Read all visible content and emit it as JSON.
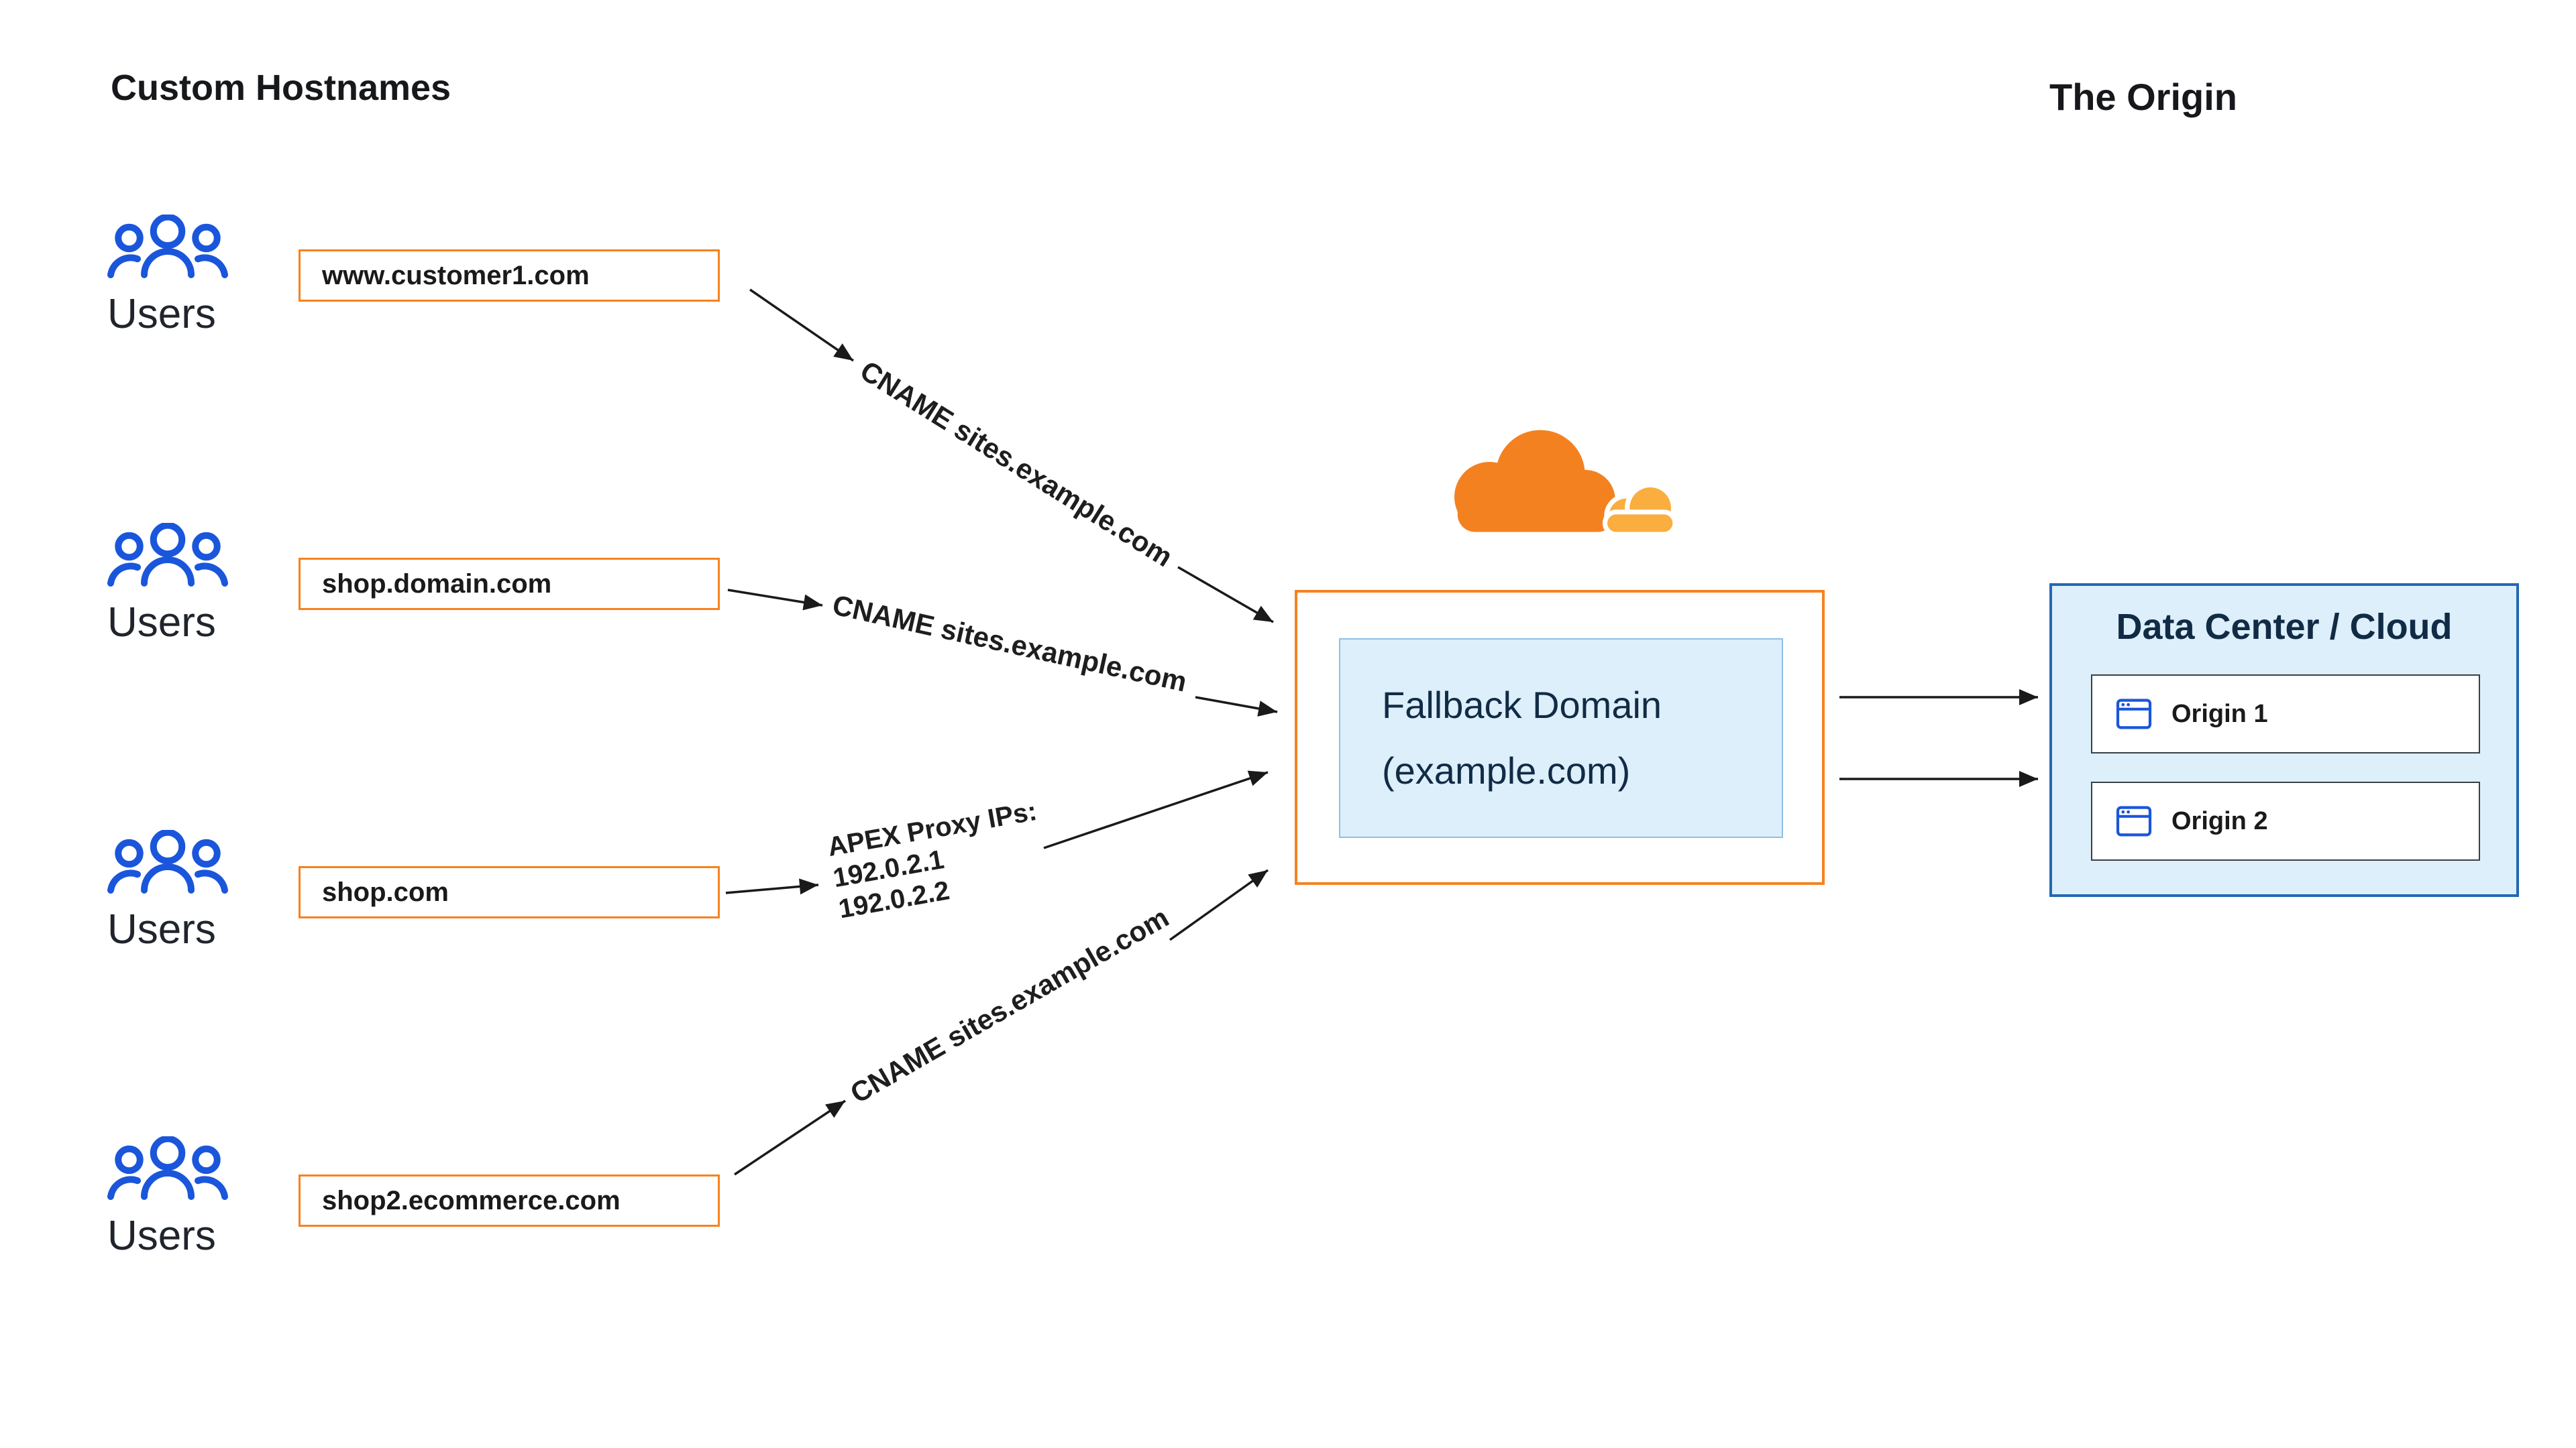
{
  "titles": {
    "custom_hostnames": "Custom Hostnames",
    "the_origin": "The Origin"
  },
  "users_label": "Users",
  "hostnames": [
    "www.customer1.com",
    "shop.domain.com",
    "shop.com",
    "shop2.ecommerce.com"
  ],
  "arrow_labels": {
    "cname_top": "CNAME sites.example.com",
    "cname_middle": "CNAME sites.example.com",
    "apex_title": "APEX Proxy IPs:",
    "apex_ip1": "192.0.2.1",
    "apex_ip2": "192.0.2.2",
    "cname_bottom": "CNAME sites.example.com"
  },
  "fallback": {
    "line1": "Fallback Domain",
    "line2": "(example.com)"
  },
  "origin": {
    "title": "Data Center / Cloud",
    "items": [
      "Origin 1",
      "Origin 2"
    ]
  },
  "colors": {
    "orange_border": "#F6821F",
    "cloudflare_orange": "#F48120",
    "cloudflare_light_orange": "#FAAE40",
    "users_blue": "#1A56DB",
    "panel_blue_fill": "#DCEFFA",
    "panel_blue_border": "#2268B5",
    "navy_text": "#122B45",
    "arrow_black": "#1a1a1a"
  }
}
